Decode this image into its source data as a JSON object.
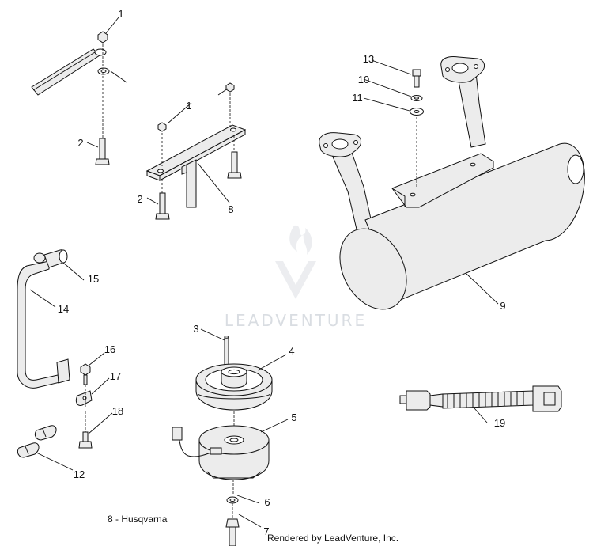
{
  "watermark": {
    "brand": "LEADVENTURE"
  },
  "callouts": {
    "c1a": "1",
    "c1b": "1",
    "c2a": "2",
    "c2b": "2",
    "c3": "3",
    "c4": "4",
    "c5": "5",
    "c6": "6",
    "c7": "7",
    "c8": "8",
    "c9": "9",
    "c10": "10",
    "c11": "11",
    "c12": "12",
    "c13": "13",
    "c14": "14",
    "c15": "15",
    "c16": "16",
    "c17": "17",
    "c18": "18",
    "c19": "19"
  },
  "footnote": "8 - Husqvarna",
  "credit": "Rendered by LeadVenture, Inc.",
  "colors": {
    "ink": "#111111",
    "part_fill": "#ececec",
    "watermark": "#d9dde2"
  }
}
